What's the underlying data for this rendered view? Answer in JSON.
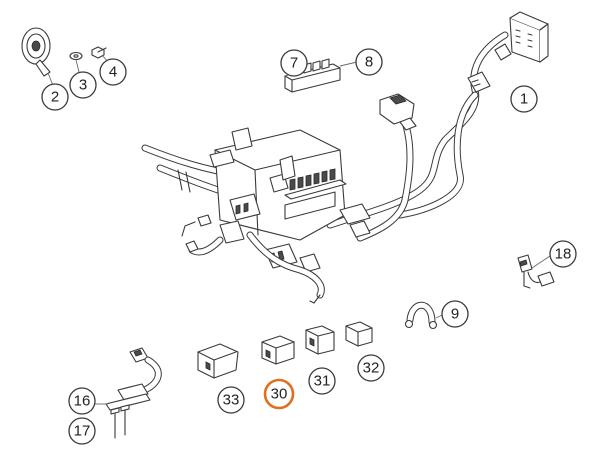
{
  "diagram": {
    "highlight_color": "#e07020",
    "line_color": "#3a3a3a",
    "callouts": [
      {
        "id": "c1",
        "label": "1"
      },
      {
        "id": "c2",
        "label": "2"
      },
      {
        "id": "c3",
        "label": "3"
      },
      {
        "id": "c4",
        "label": "4"
      },
      {
        "id": "c7",
        "label": "7"
      },
      {
        "id": "c8",
        "label": "8"
      },
      {
        "id": "c9",
        "label": "9"
      },
      {
        "id": "c16",
        "label": "16"
      },
      {
        "id": "c17",
        "label": "17"
      },
      {
        "id": "c18",
        "label": "18"
      },
      {
        "id": "c30",
        "label": "30",
        "highlighted": true
      },
      {
        "id": "c31",
        "label": "31"
      },
      {
        "id": "c32",
        "label": "32"
      },
      {
        "id": "c33",
        "label": "33"
      }
    ]
  }
}
